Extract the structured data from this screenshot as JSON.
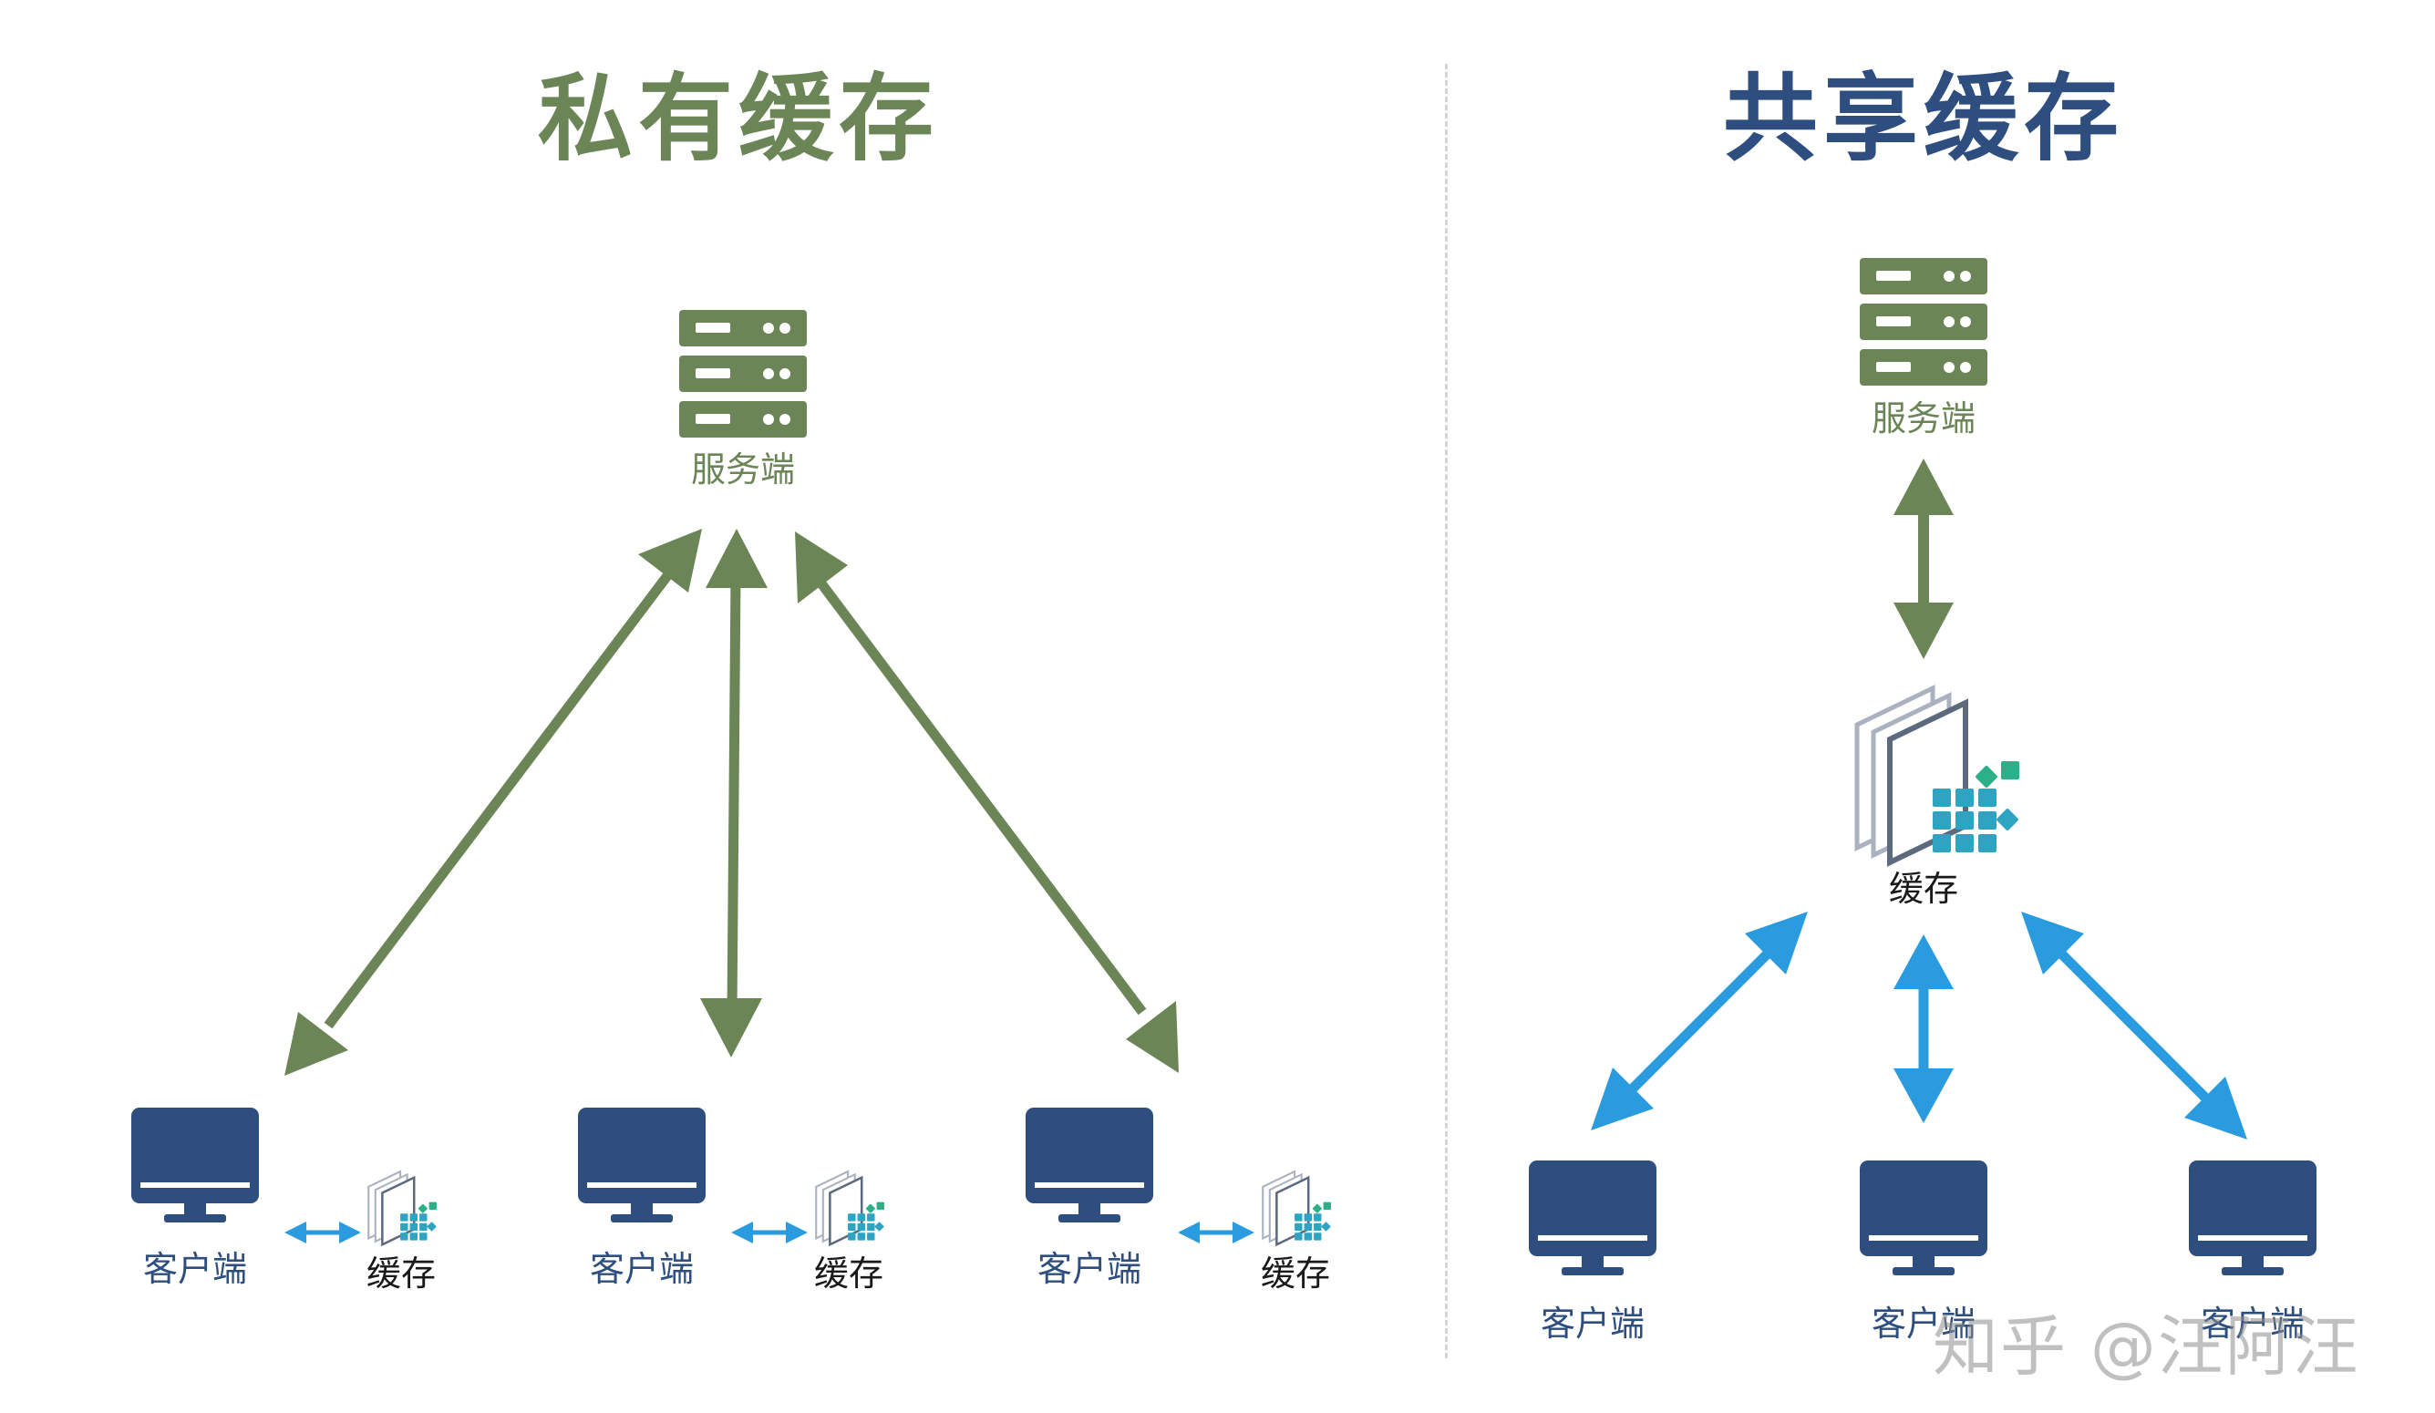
{
  "colors": {
    "green": "#6b8557",
    "navy": "#2d4e7e",
    "blue": "#2b9be0",
    "cache_teal": "#2ea3c2",
    "cache_green": "#2bb08a",
    "cache_frame": "#8a96a8"
  },
  "private_section": {
    "title": "私有缓存",
    "server_label": "服务端",
    "clients": [
      {
        "client_label": "客户端",
        "cache_label": "缓存"
      },
      {
        "client_label": "客户端",
        "cache_label": "缓存"
      },
      {
        "client_label": "客户端",
        "cache_label": "缓存"
      }
    ]
  },
  "shared_section": {
    "title": "共享缓存",
    "server_label": "服务端",
    "cache_label": "缓存",
    "clients": [
      {
        "client_label": "客户端"
      },
      {
        "client_label": "客户端"
      },
      {
        "client_label": "客户端"
      }
    ]
  },
  "icons": {
    "server": "server-icon",
    "client": "monitor-icon",
    "cache": "cache-stack-icon"
  },
  "watermark": "知乎 @汪阿汪"
}
